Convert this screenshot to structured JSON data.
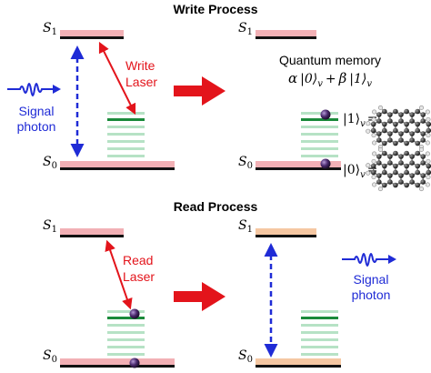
{
  "write": {
    "title": "Write Process",
    "laser_line1": "Write",
    "laser_line2": "Laser",
    "photon_line1": "Signal",
    "photon_line2": "photon",
    "memory_label": "Quantum memory",
    "state": {
      "alpha": "α",
      "ket0": "|0⟩",
      "plus": "+",
      "beta": "β",
      "ket1": "|1⟩",
      "sub": "v"
    }
  },
  "read": {
    "title": "Read Process",
    "laser_line1": "Read",
    "laser_line2": "Laser",
    "photon_line1": "Signal",
    "photon_line2": "photon"
  },
  "levels": {
    "S1": "S",
    "S0": "S",
    "sub1": "1",
    "sub0": "0"
  },
  "kets": {
    "ket1": "|1⟩",
    "ket0": "|0⟩",
    "sub": "v",
    "equals": "="
  },
  "colors": {
    "black": "#111111",
    "pink": "#f2b0b5",
    "green_bar": "#1a8a3a",
    "green_light": "#b6e2c5",
    "blue": "#1f2bd6",
    "red": "#e3141b",
    "peach": "#f5c7a2",
    "ball": "#4b2a6e"
  }
}
